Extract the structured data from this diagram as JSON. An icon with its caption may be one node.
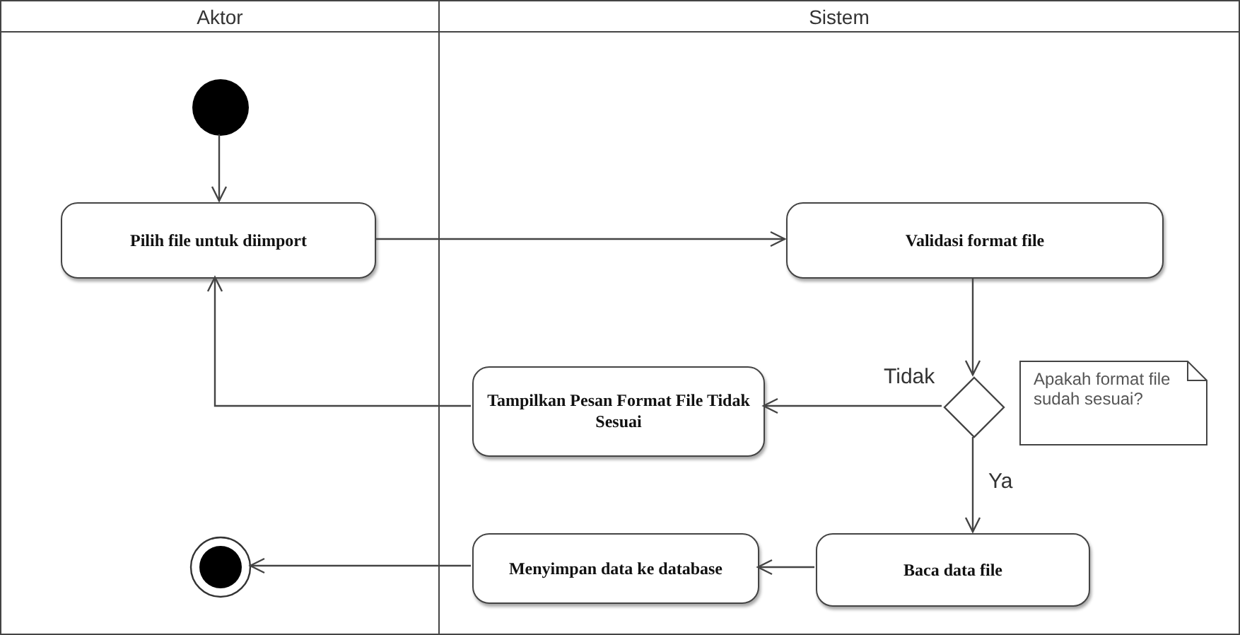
{
  "diagram": {
    "nodes": [
      {
        "text": [
          "Aktor"
        ]
      },
      {
        "text": [
          "Sistem"
        ]
      },
      {
        "text": [],
        "shape": "circle",
        "in": 0
      },
      {
        "text": [
          "Pilih file untuk diimport"
        ],
        "in": 0
      },
      {
        "text": [
          "Validasi format file"
        ],
        "in": 1
      },
      {
        "text": [],
        "shape": "diamond",
        "in": 1
      },
      {
        "text": [
          "Tampilkan Pesan Format File Tidak Sesuai"
        ],
        "in": 1
      },
      {
        "text": [
          "Apakah format file sudah sesuai?"
        ],
        "in": 1
      },
      {
        "text": [
          "Baca data file"
        ],
        "in": 1
      },
      {
        "text": [
          "Menyimpan data ke database"
        ],
        "in": 1
      },
      {
        "text": [],
        "shape": "circle",
        "in": 0
      }
    ],
    "edges": [
      {
        "from": 2,
        "to": 3,
        "arrow": "to"
      },
      {
        "from": 3,
        "to": 4,
        "arrow": "to"
      },
      {
        "from": 4,
        "to": 5,
        "arrow": "to"
      },
      {
        "from": 5,
        "to": 6,
        "arrow": "to",
        "label": "Tidak"
      },
      {
        "from": 6,
        "to": 3,
        "arrow": "to"
      },
      {
        "from": 5,
        "to": 8,
        "arrow": "to",
        "label": "Ya"
      },
      {
        "from": 8,
        "to": 9,
        "arrow": "to"
      },
      {
        "from": 9,
        "to": 10,
        "arrow": "to"
      }
    ]
  }
}
